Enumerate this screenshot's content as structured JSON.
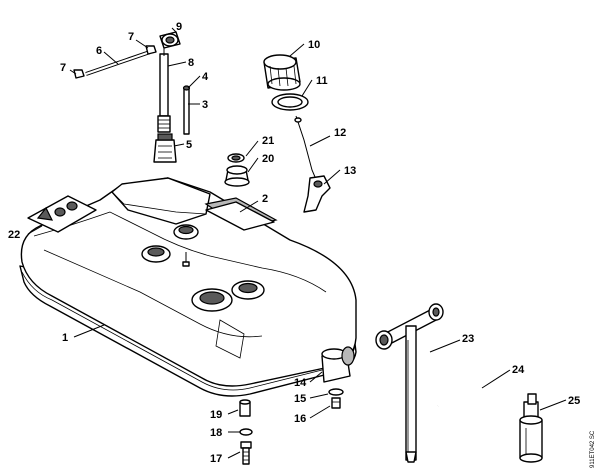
{
  "labels": {
    "p1": "1",
    "p2": "2",
    "p3": "3",
    "p4": "4",
    "p5": "5",
    "p6": "6",
    "p7a": "7",
    "p7b": "7",
    "p8": "8",
    "p9": "9",
    "p10": "10",
    "p11": "11",
    "p12": "12",
    "p13": "13",
    "p14": "14",
    "p15": "15",
    "p16": "16",
    "p17": "17",
    "p18": "18",
    "p19": "19",
    "p20": "20",
    "p21": "21",
    "p22": "22",
    "p23": "23",
    "p24": "24",
    "p25": "25"
  },
  "drawing_ref": "911ET042 SC"
}
